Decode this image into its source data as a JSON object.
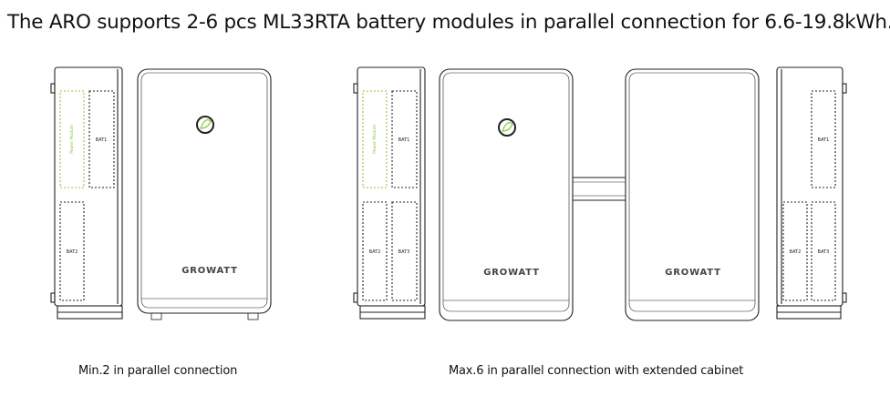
{
  "headline": "The ARO supports 2-6 pcs ML33RTA battery modules in parallel connection for 6.6-19.8kWh.",
  "captions": {
    "left": "Min.2 in parallel connection",
    "right": "Max.6 in parallel connection with extended cabinet"
  },
  "module_labels": {
    "power": "Power Module",
    "bat1": "BAT1",
    "bat2": "BAT2",
    "bat3": "BAT3"
  },
  "brand": "GROWATT",
  "colors": {
    "outline": "#222222",
    "power_module": "#8cc63f",
    "brand_green": "#6aa84f"
  }
}
